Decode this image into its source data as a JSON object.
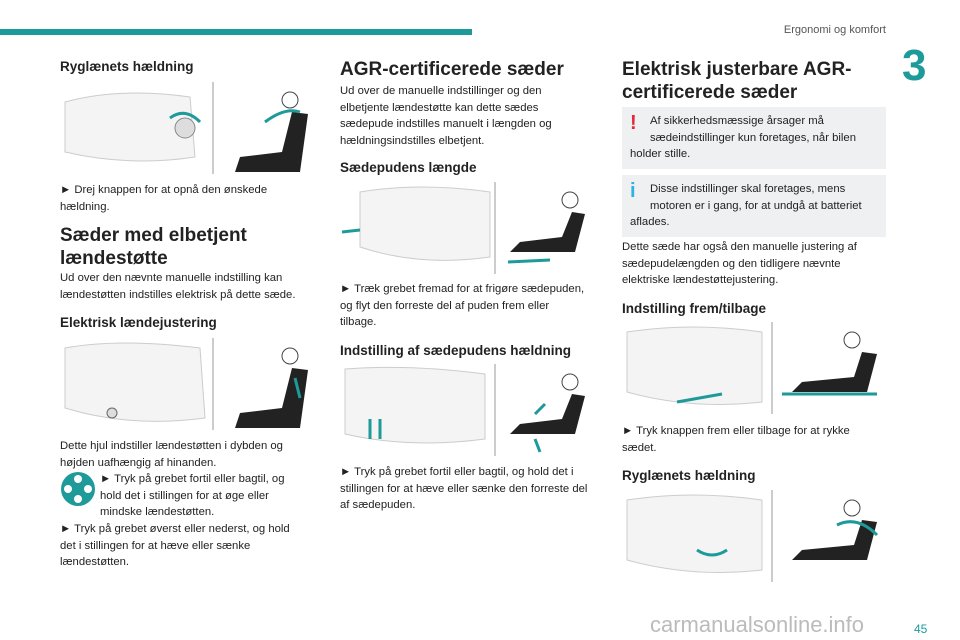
{
  "header": {
    "section": "Ergonomi og komfort",
    "chapter": "3"
  },
  "footer": {
    "page": "45",
    "watermark": "carmanualsonline.info"
  },
  "col1": {
    "h1": "Ryglænets hældning",
    "p1": "► Drej knappen for at opnå den ønskede hældning.",
    "h2": "Sæder med elbetjent lændestøtte",
    "p2": "Ud over den nævnte manuelle indstilling kan lændestøtten indstilles elektrisk på dette sæde.",
    "h3": "Elektrisk lændejustering",
    "p3": "Dette hjul indstiller lændestøtten i dybden og højden uafhængig af hinanden.",
    "p4": "► Tryk på grebet fortil eller bagtil, og hold det i stillingen for at øge eller mindske lændestøtten.",
    "p5": "► Tryk på grebet øverst eller nederst, og hold det i stillingen for at hæve eller sænke lændestøtten."
  },
  "col2": {
    "h1": "AGR-certificerede sæder",
    "p1": "Ud over de manuelle indstillinger og den elbetjente lændestøtte kan dette sædes sædepude indstilles manuelt i længden og hældningsindstilles elbetjent.",
    "h2": "Sædepudens længde",
    "p2": "► Træk grebet fremad for at frigøre sædepuden, og flyt den forreste del af puden frem eller tilbage.",
    "h3": "Indstilling af sædepudens hældning",
    "p3": "► Tryk på grebet fortil eller bagtil, og hold det i stillingen for at hæve eller sænke den forreste del af sædepuden."
  },
  "col3": {
    "h1": "Elektrisk justerbare AGR-certificerede sæder",
    "warning": "Af sikkerhedsmæssige årsager må sædeindstillinger kun foretages, når bilen holder stille.",
    "info": "Disse indstillinger skal foretages, mens motoren er i gang, for at undgå at batteriet aflades.",
    "p1": "Dette sæde har også den manuelle justering af sædepudelængden og den tidligere nævnte elektriske lændestøttejustering.",
    "h2": "Indstilling frem/tilbage",
    "p2": "► Tryk knappen frem eller tilbage for at rykke sædet.",
    "h3": "Ryglænets hældning"
  },
  "colors": {
    "accent": "#1e9a9a",
    "warning": "#e5283c",
    "info": "#2cb3e0"
  }
}
